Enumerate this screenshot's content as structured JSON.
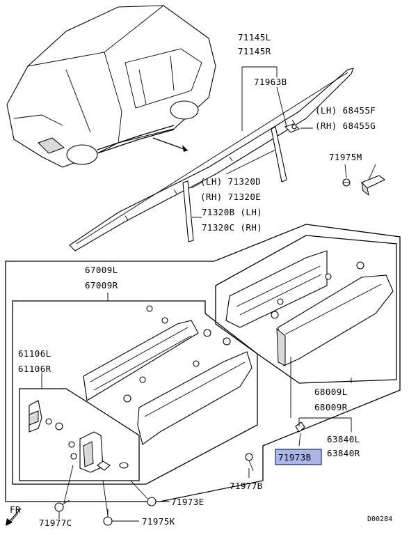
{
  "diagram": {
    "labels": {
      "p71145": [
        "71145L",
        "71145R"
      ],
      "p71963b": "71963B",
      "p68455": [
        "(LH) 68455F",
        "(RH) 68455G"
      ],
      "p71975m": "71975M",
      "p71320": [
        "(LH) 71320D",
        "(RH) 71320E",
        "71320B (LH)",
        "71320C (RH)"
      ],
      "p67009": [
        "67009L",
        "67009R"
      ],
      "p61106": [
        "61106L",
        "61106R"
      ],
      "p68009": [
        "68009L",
        "68009R"
      ],
      "p63840": [
        "63840L",
        "63840R"
      ],
      "p71973b": "71973B",
      "p71977b": "71977B",
      "p71973e": "71973E",
      "p71977c": "71977C",
      "p71975k": "71975K",
      "fr": "FR",
      "code": "D00284"
    },
    "highlight_color": "#a9b6e6"
  }
}
